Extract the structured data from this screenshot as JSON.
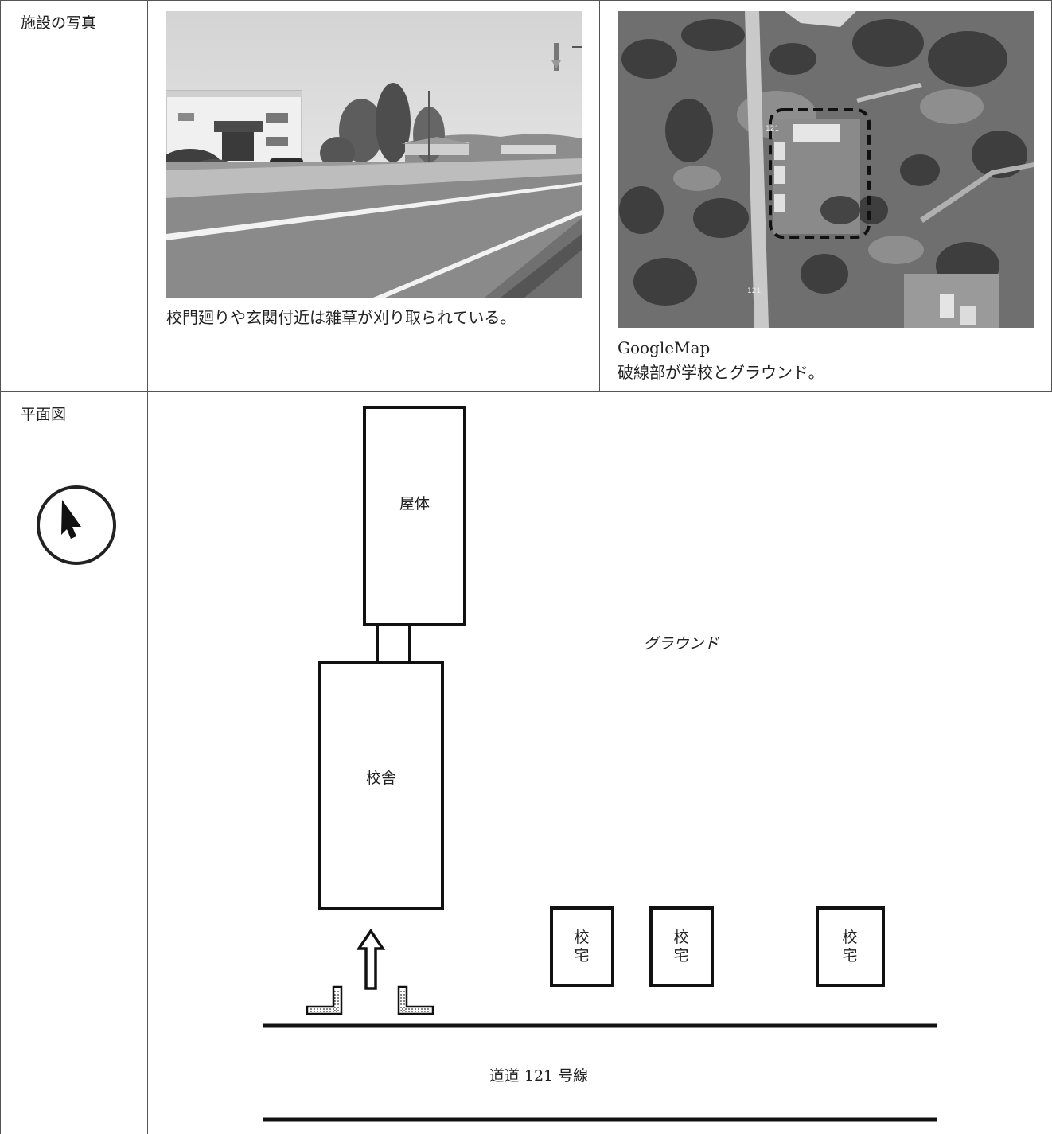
{
  "rows": {
    "photos": {
      "label": "施設の写真",
      "photo1": {
        "caption": "校門廻りや玄関付近は雑草が刈り取られている。"
      },
      "photo2": {
        "route_marker_1": "121",
        "route_marker_2": "121",
        "caption_line1": "GoogleMap",
        "caption_line2": "破線部が学校とグラウンド。"
      }
    },
    "plan": {
      "label": "平面図",
      "gym": "屋体",
      "school_building": "校舎",
      "ground": "グラウンド",
      "teacher_house_1": [
        "校",
        "宅"
      ],
      "teacher_house_2": [
        "校",
        "宅"
      ],
      "teacher_house_3": [
        "校",
        "宅"
      ],
      "road": "道道 121 号線"
    }
  },
  "icons": {
    "north": "north-arrow-icon",
    "entrance": "entrance-arrow-icon",
    "gate": "gate-post-icon"
  }
}
